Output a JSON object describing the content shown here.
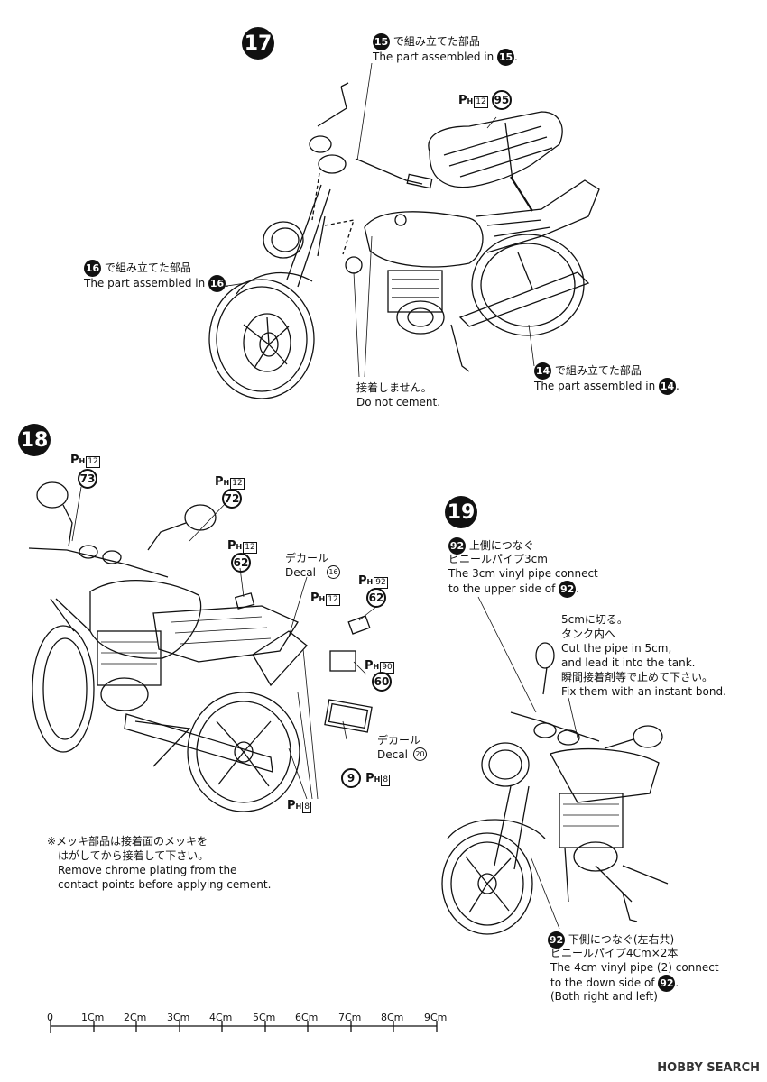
{
  "steps": {
    "s17": {
      "number": "17",
      "callout_15": {
        "num": "15",
        "jp": "で組み立てた部品",
        "en": "The part assembled in"
      },
      "callout_16": {
        "num": "16",
        "jp": "で組み立てた部品",
        "en": "The part assembled in"
      },
      "callout_14": {
        "num": "14",
        "jp": "で組み立てた部品",
        "en": "The part assembled in"
      },
      "seat_part": {
        "p": "P",
        "h": "H",
        "box": "12",
        "num": "95"
      },
      "no_cement": {
        "jp": "接着しません。",
        "en": "Do not cement."
      }
    },
    "s18": {
      "number": "18",
      "part73": {
        "p": "P",
        "h": "H",
        "box": "12",
        "num": "73"
      },
      "part72": {
        "p": "P",
        "h": "H",
        "box": "12",
        "num": "72"
      },
      "part62a": {
        "p": "P",
        "h": "H",
        "box": "12",
        "num": "62"
      },
      "part62b": {
        "p": "P",
        "h": "H",
        "box": "92",
        "num": "62"
      },
      "part_mid": {
        "p": "P",
        "h": "H",
        "box": "12"
      },
      "part60": {
        "p": "P",
        "h": "H",
        "box": "90",
        "num": "60"
      },
      "part9": {
        "num": "9",
        "p": "P",
        "h": "H",
        "box": "8"
      },
      "part_bottom": {
        "p": "P",
        "h": "H",
        "box": "8"
      },
      "decal16": {
        "jp": "デカール",
        "en": "Decal",
        "num": "16"
      },
      "decal20": {
        "jp": "デカール",
        "en": "Decal",
        "num": "20"
      },
      "chrome_note": {
        "line1": "※メッキ部品は接着面のメッキを",
        "line2": "はがしてから接着して下さい。",
        "line3": "Remove chrome plating from the",
        "line4": "contact points before applying cement."
      }
    },
    "s19": {
      "number": "19",
      "upper": {
        "num": "92",
        "jp1": "上側につなぐ",
        "jp2": "ビニールパイプ3cm",
        "en1": "The 3cm vinyl pipe connect",
        "en2": "to the upper side of"
      },
      "cut": {
        "jp1": "5cmに切る。",
        "jp2": "タンク内へ",
        "en1": "Cut the pipe in 5cm,",
        "en2": "and lead it into the tank.",
        "jp3": "瞬間接着剤等で止めて下さい。",
        "en3": "Fix them with an instant bond."
      },
      "lower": {
        "num": "92",
        "jp1": "下側につなぐ(左右共)",
        "jp2": "ビニールパイプ4Cm×2本",
        "en1": "The 4cm vinyl pipe (2) connect",
        "en2": "to the down side of",
        "en3": "(Both right and left)"
      }
    }
  },
  "ruler": {
    "labels": [
      "0",
      "1Cm",
      "2Cm",
      "3Cm",
      "4Cm",
      "5Cm",
      "6Cm",
      "7Cm",
      "8Cm",
      "9Cm"
    ]
  },
  "watermark": "HOBBY SEARCH"
}
